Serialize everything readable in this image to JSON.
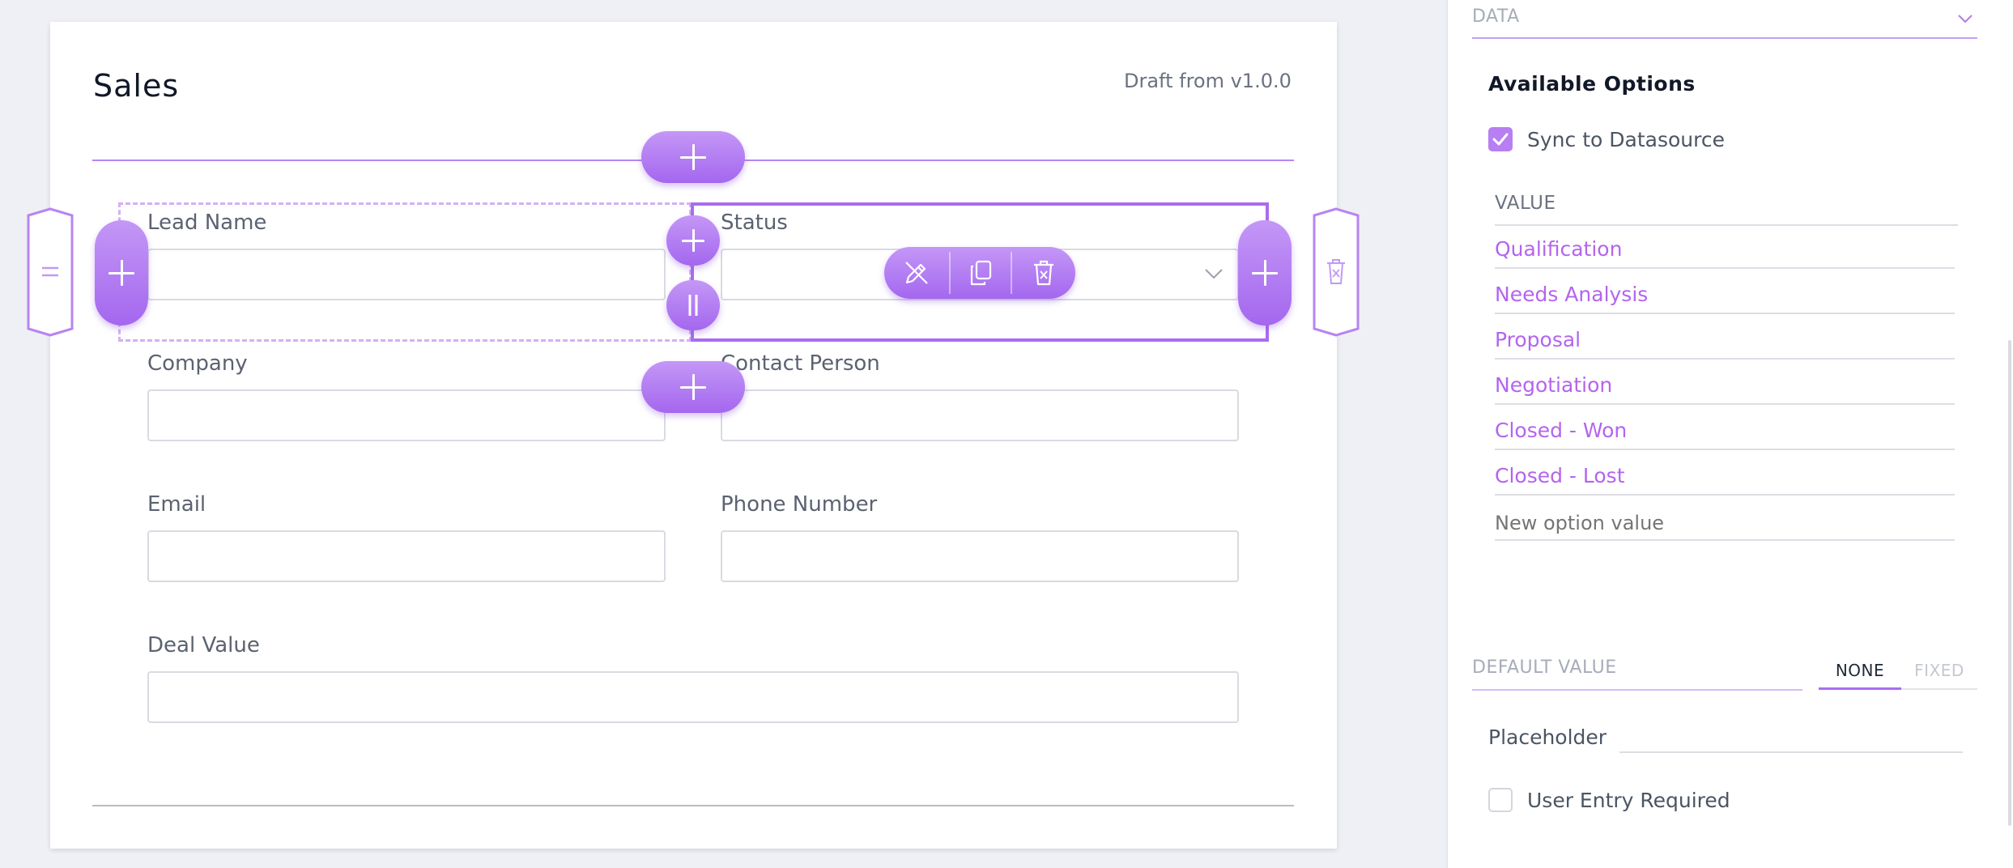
{
  "form": {
    "title": "Sales",
    "draft_label": "Draft from v1.0.0",
    "fields": {
      "lead_name": "Lead Name",
      "status": "Status",
      "company": "Company",
      "contact_person": "Contact Person",
      "email": "Email",
      "phone": "Phone Number",
      "deal_value": "Deal Value"
    },
    "icons": {
      "add": "plus-icon",
      "drag": "drag-handle-icon",
      "delete": "trash-icon",
      "edit": "edit-icon",
      "duplicate": "copy-icon",
      "column_move": "column-handle-icon"
    }
  },
  "panel": {
    "data_section": "DATA",
    "available_options_heading": "Available Options",
    "sync_label": "Sync to Datasource",
    "sync_checked": true,
    "options_header": "VALUE",
    "options": [
      "Qualification",
      "Needs Analysis",
      "Proposal",
      "Negotiation",
      "Closed - Won",
      "Closed - Lost"
    ],
    "new_option_placeholder": "New option value",
    "default_value_label": "DEFAULT VALUE",
    "default_none": "NONE",
    "default_fixed": "FIXED",
    "placeholder_label": "Placeholder",
    "user_entry_required": "User Entry Required",
    "user_entry_required_checked": false
  },
  "colors": {
    "accent": "#a96cf0",
    "accent_light": "#c497f6",
    "option_text": "#b464ee"
  }
}
